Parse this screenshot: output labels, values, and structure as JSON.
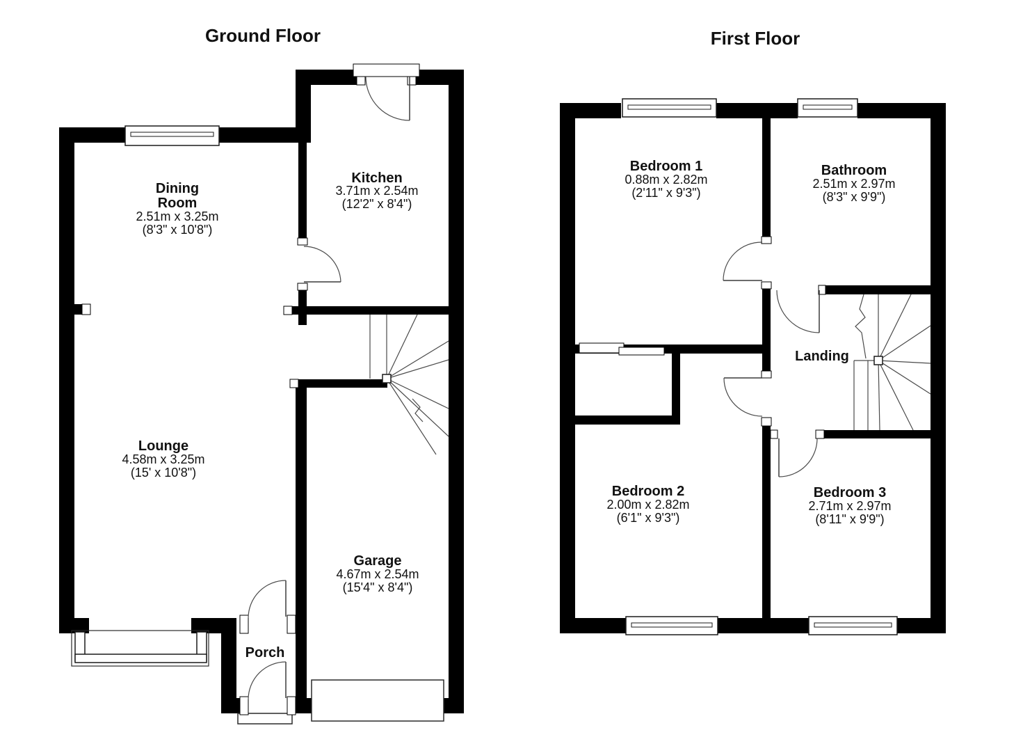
{
  "ground_floor": {
    "title": "Ground Floor",
    "rooms": {
      "dining_room": {
        "name_line1": "Dining",
        "name_line2": "Room",
        "metric": "2.51m x 3.25m",
        "imperial": "(8'3\" x 10'8\")"
      },
      "kitchen": {
        "name": "Kitchen",
        "metric": "3.71m x 2.54m",
        "imperial": "(12'2\" x 8'4\")"
      },
      "lounge": {
        "name": "Lounge",
        "metric": "4.58m x 3.25m",
        "imperial": "(15' x 10'8\")"
      },
      "garage": {
        "name": "Garage",
        "metric": "4.67m x 2.54m",
        "imperial": "(15'4\" x 8'4\")"
      },
      "porch": {
        "name": "Porch"
      }
    }
  },
  "first_floor": {
    "title": "First Floor",
    "rooms": {
      "bedroom_1": {
        "name": "Bedroom 1",
        "metric": "0.88m x 2.82m",
        "imperial": "(2'11\" x 9'3\")"
      },
      "bathroom": {
        "name": "Bathroom",
        "metric": "2.51m x 2.97m",
        "imperial": "(8'3\" x 9'9\")"
      },
      "bedroom_2": {
        "name": "Bedroom 2",
        "metric": "2.00m x 2.82m",
        "imperial": "(6'1\" x 9'3\")"
      },
      "bedroom_3": {
        "name": "Bedroom 3",
        "metric": "2.71m x 2.97m",
        "imperial": "(8'11\" x 9'9\")"
      },
      "landing": {
        "name": "Landing"
      }
    }
  },
  "colors": {
    "wall": "#000000",
    "background": "#ffffff",
    "thin_line": "#4a4a4a"
  }
}
